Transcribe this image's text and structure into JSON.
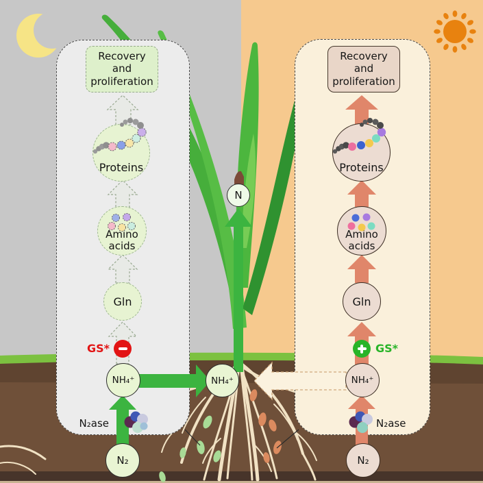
{
  "night_panel": {
    "recovery_lines": [
      "Recovery",
      "and",
      "proliferation"
    ],
    "proteins_label": "Proteins",
    "amino_lines": [
      "Amino",
      "acids"
    ],
    "gln_label": "Gln",
    "gs_label": "GS*",
    "nh4_label": "NH₄⁺",
    "n2ase_label": "N₂ase",
    "n2_label": "N₂"
  },
  "day_panel": {
    "recovery_lines": [
      "Recovery",
      "and",
      "proliferation"
    ],
    "proteins_label": "Proteins",
    "amino_lines": [
      "Amino",
      "acids"
    ],
    "gln_label": "Gln",
    "gs_label": "GS*",
    "nh4_label": "NH₄⁺",
    "n2ase_label": "N₂ase",
    "n2_label": "N₂"
  },
  "center": {
    "nh4_label": "NH₄⁺",
    "n_label": "N"
  },
  "colors": {
    "night_sky": "#c7c7c7",
    "day_sky": "#f6c98e",
    "night_panel_bg": "#ececec",
    "day_panel_bg": "#faf0db",
    "green_node_bg": "#e9f5d3",
    "tan_node_bg": "#ecdcd2",
    "green_arrow": "#3cb440",
    "salmon_arrow": "#e0866a",
    "cream_arrow": "#fbf2df",
    "inhibit_red": "#e21414",
    "activate_green": "#28b428",
    "grass": "#7cc140",
    "soil": "#6f5039",
    "moon": "#f6e486",
    "sun": "#e8820f"
  }
}
